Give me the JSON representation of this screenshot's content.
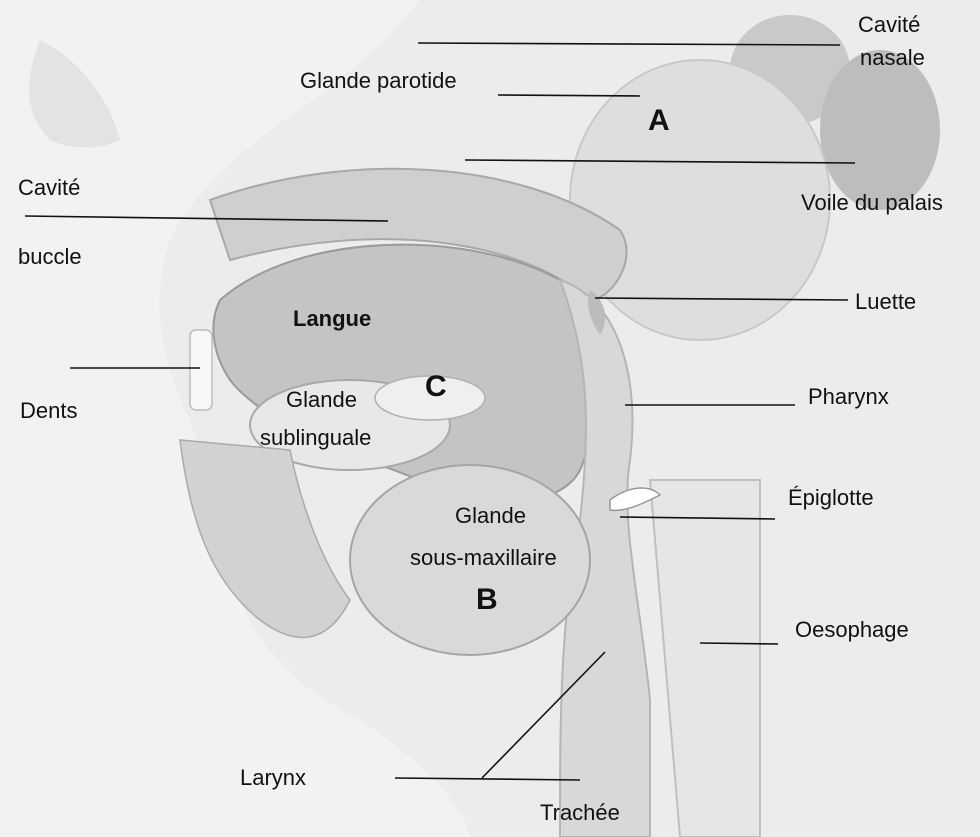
{
  "labels": {
    "cavite_nasale_1": "Cavité",
    "cavite_nasale_2": "nasale",
    "glande_parotide": "Glande parotide",
    "voile_du_palais": "Voile du palais",
    "cavite_buccale_1": "Cavité",
    "cavite_buccale_2": "buccle",
    "luette": "Luette",
    "langue": "Langue",
    "dents": "Dents",
    "pharynx": "Pharynx",
    "glande_sublinguale_1": "Glande",
    "glande_sublinguale_2": "sublinguale",
    "epiglotte": "Épiglotte",
    "glande_sous_maxillaire_1": "Glande",
    "glande_sous_maxillaire_2": "sous-maxillaire",
    "oesophage": "Oesophage",
    "larynx": "Larynx",
    "trachee": "Trachée"
  },
  "letters": {
    "a": "A",
    "b": "B",
    "c": "C"
  }
}
